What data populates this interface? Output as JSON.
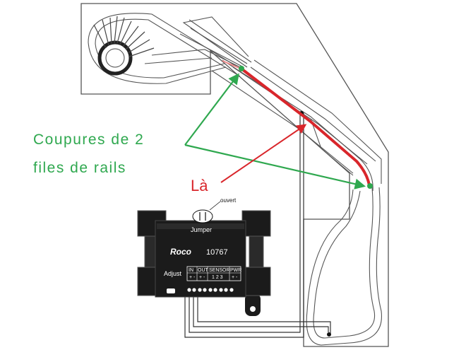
{
  "annotations": {
    "cuts_line1": "Coupures de 2",
    "cuts_line2": "files de rails",
    "here": "Là"
  },
  "module": {
    "brand": "Roco",
    "model": "10767",
    "jumper_label": "Jumper",
    "jumper_state": "ouvert",
    "adjust_label": "Adjust",
    "ports": {
      "in": "IN",
      "out": "OUT",
      "sensor": "SENSOR",
      "pwr": "PWR",
      "in_pins": "+ -",
      "out_pins": "+ -",
      "sensor_pins": "1 2 3",
      "pwr_pins": "+ -"
    }
  },
  "colors": {
    "green": "#2fa84f",
    "red": "#d9262b",
    "module": "#1b1b1b",
    "track": "#555555"
  }
}
